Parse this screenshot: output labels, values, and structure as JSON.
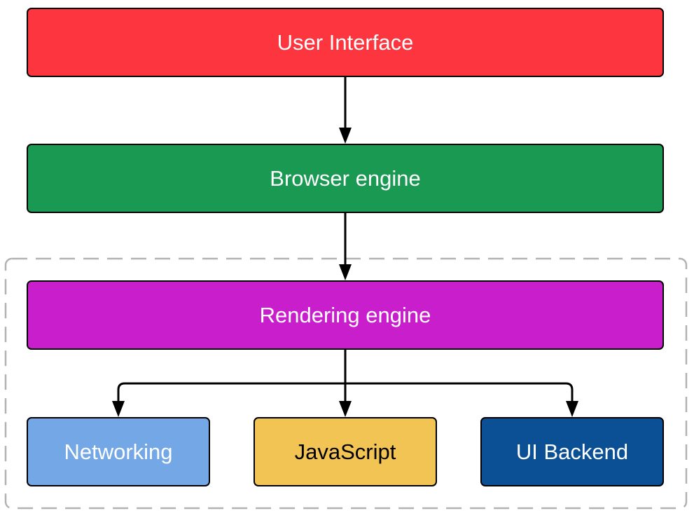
{
  "colors": {
    "user_interface": "#fd353f",
    "browser_engine": "#199952",
    "rendering_engine": "#c81ecb",
    "networking": "#73a7e5",
    "javascript": "#f2c453",
    "ui_backend": "#0b4f94",
    "border": "#000000",
    "dashed_group": "#b2b2b2"
  },
  "nodes": {
    "user_interface": "User Interface",
    "browser_engine": "Browser engine",
    "rendering_engine": "Rendering engine",
    "networking": "Networking",
    "javascript": "JavaScript",
    "ui_backend": "UI Backend"
  }
}
